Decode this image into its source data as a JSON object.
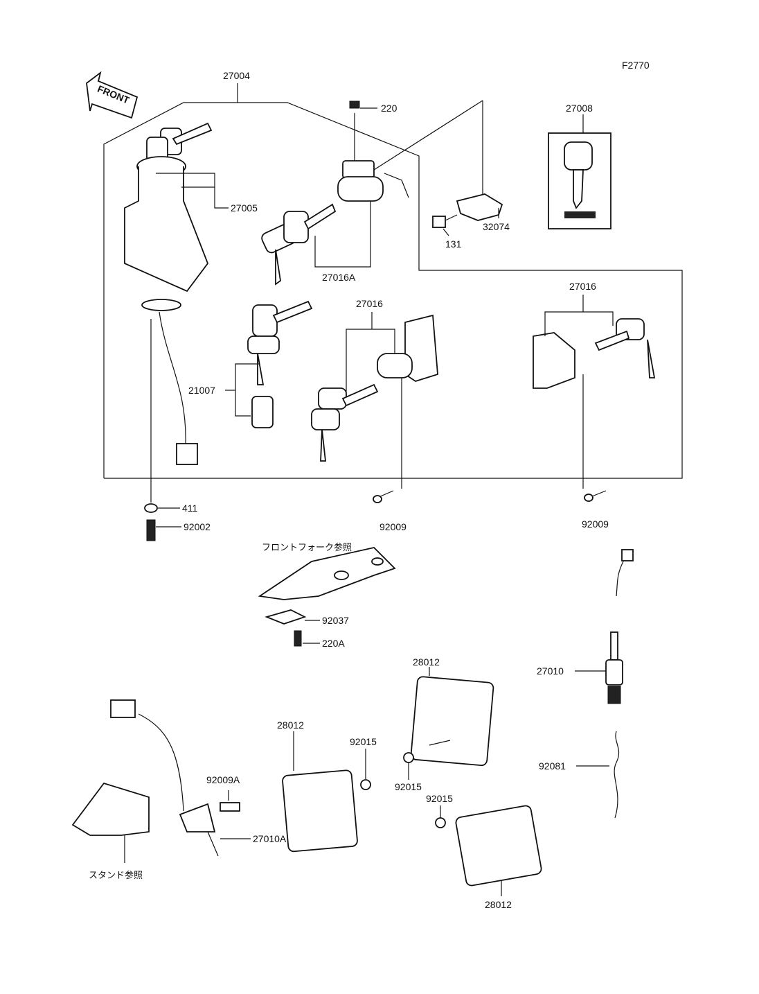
{
  "diagram_code": "F2770",
  "front_arrow": "FRONT",
  "labels": {
    "l27004": "27004",
    "l220": "220",
    "l27008": "27008",
    "l27005": "27005",
    "l32074": "32074",
    "l131": "131",
    "l27016A": "27016A",
    "l27016_right": "27016",
    "l27016_mid": "27016",
    "l21007": "21007",
    "l411": "411",
    "l92002": "92002",
    "l92009_mid": "92009",
    "l92009_right": "92009",
    "front_fork_ref": "フロントフォーク参照",
    "l92037": "92037",
    "l220A": "220A",
    "l28012_top": "28012",
    "l27010": "27010",
    "l28012_left": "28012",
    "l92015_a": "92015",
    "l92081": "92081",
    "l92009A": "92009A",
    "l92015_b": "92015",
    "l92015_c": "92015",
    "l27010A": "27010A",
    "stand_ref": "スタンド参照",
    "l28012_bottom": "28012"
  }
}
